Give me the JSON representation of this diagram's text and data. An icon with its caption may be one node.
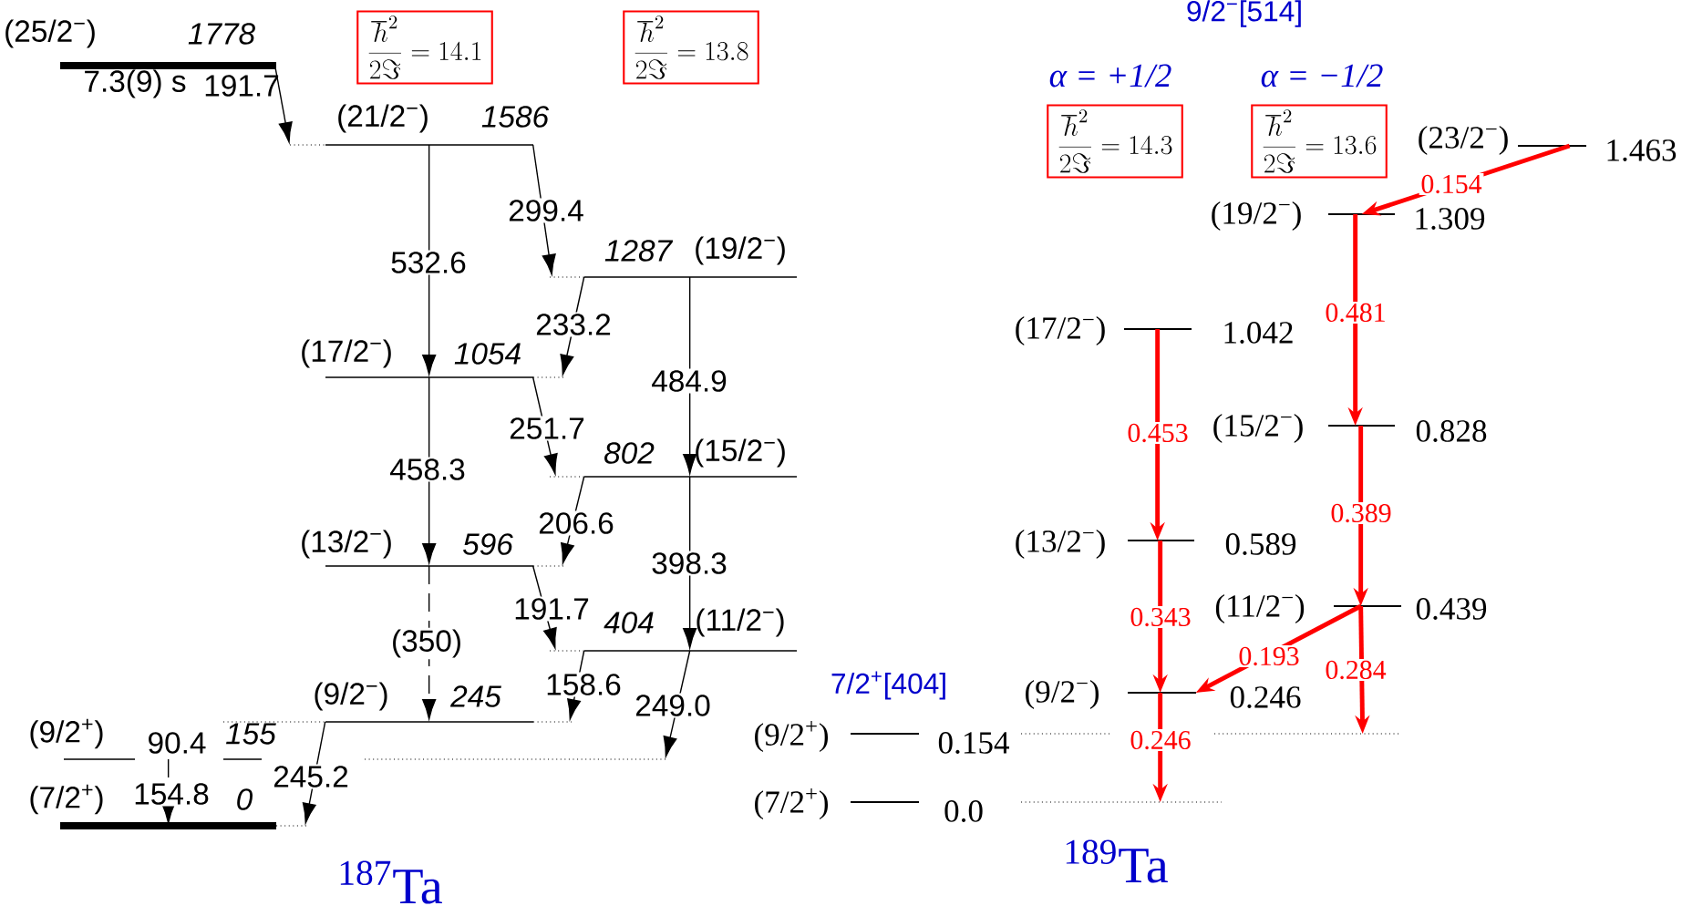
{
  "diagram": {
    "nodes": [
      {
        "text": [],
        "shape": "bar",
        "beside": [
          "(25/2$^{−}$)",
          "1778",
          "7.3(9) s"
        ]
      },
      {
        "text": [],
        "shape": "bar",
        "beside": [
          "(21/2$^{−}$)",
          "1586"
        ]
      },
      {
        "text": [],
        "shape": "bar",
        "beside": [
          "(19/2$^{−}$)",
          "1287"
        ]
      },
      {
        "text": [],
        "shape": "bar",
        "beside": [
          "(17/2$^{−}$)",
          "1054"
        ]
      },
      {
        "text": [],
        "shape": "bar",
        "beside": [
          "(15/2$^{−}$)",
          "802"
        ]
      },
      {
        "text": [],
        "shape": "bar",
        "beside": [
          "(13/2$^{−}$)",
          "596"
        ]
      },
      {
        "text": [],
        "shape": "bar",
        "beside": [
          "(11/2$^{−}$)",
          "404"
        ]
      },
      {
        "text": [],
        "shape": "bar",
        "beside": [
          "(9/2$^{−}$)",
          "245"
        ]
      },
      {
        "text": [],
        "shape": "bar",
        "beside": [
          "(9/2$^{+}$)",
          "155"
        ]
      },
      {
        "text": [],
        "shape": "bar",
        "beside": [
          "(7/2$^{+}$)",
          "0"
        ]
      },
      {
        "text": [
          "\\frac{\\hbar^{2}}{2\\Im} = 14.1"
        ]
      },
      {
        "text": [
          "\\frac{\\hbar^{2}}{2\\Im} = 13.8"
        ]
      },
      {
        "text": [
          "\\frac{\\hbar^{2}}{2\\Im} = 14.3"
        ]
      },
      {
        "text": [
          "\\frac{\\hbar^{2}}{2\\Im} = 13.6"
        ]
      },
      {
        "text": [],
        "shape": "bar",
        "beside": [
          "(23/2$^{−}$)",
          "1.463"
        ]
      },
      {
        "text": [],
        "shape": "bar",
        "beside": [
          "(19/2$^{−}$)",
          "1.309"
        ]
      },
      {
        "text": [],
        "shape": "bar",
        "beside": [
          "(17/2$^{−}$)",
          "1.042"
        ]
      },
      {
        "text": [],
        "shape": "bar",
        "beside": [
          "(15/2$^{−}$)",
          "0.828"
        ]
      },
      {
        "text": [],
        "shape": "bar",
        "beside": [
          "(13/2$^{−}$)",
          "0.589"
        ]
      },
      {
        "text": [],
        "shape": "bar",
        "beside": [
          "(11/2$^{−}$)",
          "0.439"
        ]
      },
      {
        "text": [],
        "shape": "bar",
        "beside": [
          "(9/2$^{−}$)",
          "0.246"
        ]
      },
      {
        "text": [],
        "shape": "bar",
        "beside": [
          "(9/2$^{+}$)",
          "0.154"
        ]
      },
      {
        "text": [],
        "shape": "bar",
        "beside": [
          "(7/2$^{+}$)",
          "0.0"
        ]
      }
    ],
    "edges": [
      {
        "from": 0,
        "to": 1,
        "arrow": "to"
      },
      {
        "from": 1,
        "to": 3,
        "arrow": "to",
        "label": "532.6"
      },
      {
        "from": 1,
        "to": 2,
        "arrow": "to",
        "label": "299.4"
      },
      {
        "from": 2,
        "to": 3,
        "arrow": "to",
        "label": "233.2"
      },
      {
        "from": 2,
        "to": 4,
        "arrow": "to",
        "label": "484.9"
      },
      {
        "from": 3,
        "to": 5,
        "arrow": "to",
        "label": "458.3"
      },
      {
        "from": 3,
        "to": 4,
        "arrow": "to",
        "label": "251.7"
      },
      {
        "from": 4,
        "to": 5,
        "arrow": "to",
        "label": "206.6"
      },
      {
        "from": 4,
        "to": 6,
        "arrow": "to",
        "label": "398.3"
      },
      {
        "from": 5,
        "to": 7,
        "arrow": "to",
        "label": "(350)",
        "style": "dashed"
      },
      {
        "from": 5,
        "to": 6,
        "arrow": "to",
        "label": "191.7"
      },
      {
        "from": 6,
        "to": 7,
        "arrow": "to",
        "label": "158.6"
      },
      {
        "from": 6,
        "to": 8,
        "arrow": "to",
        "label": "249.0"
      },
      {
        "from": 7,
        "to": 9,
        "arrow": "to",
        "label": "245.2"
      },
      {
        "from": 8,
        "to": 9,
        "arrow": "to",
        "label": "154.8",
        "style": "dashed"
      },
      {
        "from": 14,
        "to": 15,
        "arrow": "to",
        "label": "0.154",
        "style": "thick",
        "color": "#ff0000"
      },
      {
        "from": 15,
        "to": 17,
        "arrow": "to",
        "label": "0.481",
        "style": "thick",
        "color": "#ff0000"
      },
      {
        "from": 16,
        "to": 18,
        "arrow": "to",
        "label": "0.453",
        "style": "thick",
        "color": "#ff0000"
      },
      {
        "from": 17,
        "to": 19,
        "arrow": "to",
        "label": "0.389",
        "style": "thick",
        "color": "#ff0000"
      },
      {
        "from": 18,
        "to": 20,
        "arrow": "to",
        "label": "0.343",
        "style": "thick",
        "color": "#ff0000"
      },
      {
        "from": 19,
        "to": 20,
        "arrow": "to",
        "label": "0.193",
        "style": "thick",
        "color": "#ff0000"
      },
      {
        "from": 19,
        "to": 21,
        "arrow": "to",
        "label": "0.284",
        "style": "thick",
        "color": "#ff0000"
      },
      {
        "from": 20,
        "to": 22,
        "arrow": "to",
        "label": "0.246",
        "style": "thick",
        "color": "#ff0000"
      }
    ],
    "labels": [
      "9/2$^{−}$[514]",
      "α = +1/2",
      "α = −1/2",
      "191.7",
      "90.4",
      "7/2$^{+}$[404]",
      "$^{187}$Ta",
      "$^{189}$Ta"
    ]
  }
}
